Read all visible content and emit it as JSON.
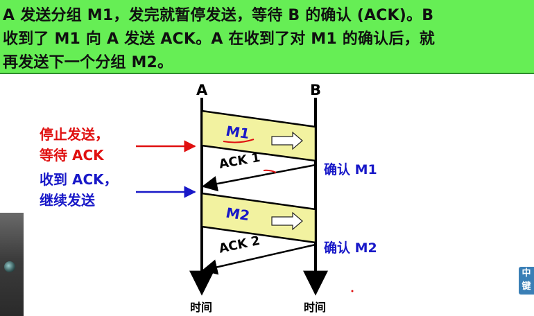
{
  "header": {
    "lines": [
      "A 发送分组 M1，发完就暂停发送，等待 B 的确认 (ACK)。B",
      "收到了 M1 向 A 发送  ACK。A 在收到了对 M1 的确认后，就",
      "再发送下一个分组  M2。"
    ]
  },
  "diagram": {
    "node_a": "A",
    "node_b": "B",
    "time_a": "时间",
    "time_b": "时间",
    "packets": [
      {
        "label": "M1"
      },
      {
        "label": "M2"
      }
    ],
    "acks": [
      {
        "label": "ACK 1",
        "confirm": "确认 M1"
      },
      {
        "label": "ACK 2",
        "confirm": "确认 M2"
      }
    ],
    "left_notes": [
      {
        "lines": [
          "停止发送，",
          "等待 ACK"
        ]
      },
      {
        "lines": [
          "收到 ACK，",
          "继续发送"
        ]
      }
    ]
  },
  "ime": {
    "line1": "中",
    "line2": "键"
  },
  "colors": {
    "header_bg": "#66ee55",
    "packet_fill": "#f2f2a0",
    "note_red": "#e01010",
    "note_blue": "#1818c8",
    "timeline": "#000000"
  }
}
